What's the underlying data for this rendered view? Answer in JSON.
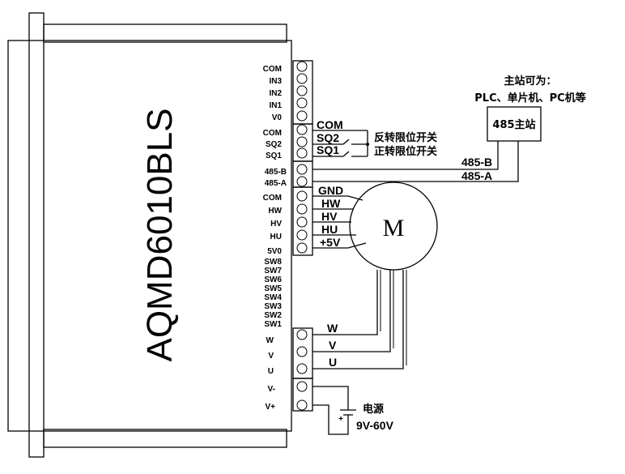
{
  "driver": {
    "model": "AQMD6010BLS",
    "signal_pins": [
      "COM",
      "IN3",
      "IN2",
      "IN1",
      "V0",
      "COM",
      "SQ2",
      "SQ1",
      "485-B",
      "485-A",
      "COM",
      "HW",
      "HV",
      "HU",
      "5V0",
      "SW8",
      "SW7",
      "SW6",
      "SW5",
      "SW4",
      "SW3",
      "SW2",
      "SW1"
    ],
    "power_pins": [
      "W",
      "V",
      "U",
      "V-",
      "V+"
    ]
  },
  "limit_switch": {
    "com_label": "COM",
    "sq2_label": "SQ2",
    "sq1_label": "SQ1",
    "sq2_desc": "反转限位开关",
    "sq1_desc": "正转限位开关"
  },
  "host": {
    "title_line1": "主站可为：",
    "title_line2": "PLC、单片机、PC机等",
    "box_label": "485主站",
    "wire_b": "485-B",
    "wire_a": "485-A"
  },
  "hall": {
    "labels": [
      "GND",
      "HW",
      "HV",
      "HU",
      "+5V"
    ]
  },
  "motor": {
    "label": "M",
    "phases": [
      "W",
      "V",
      "U"
    ]
  },
  "power_supply": {
    "label": "电源",
    "range": "9V-60V",
    "plus": "+"
  }
}
